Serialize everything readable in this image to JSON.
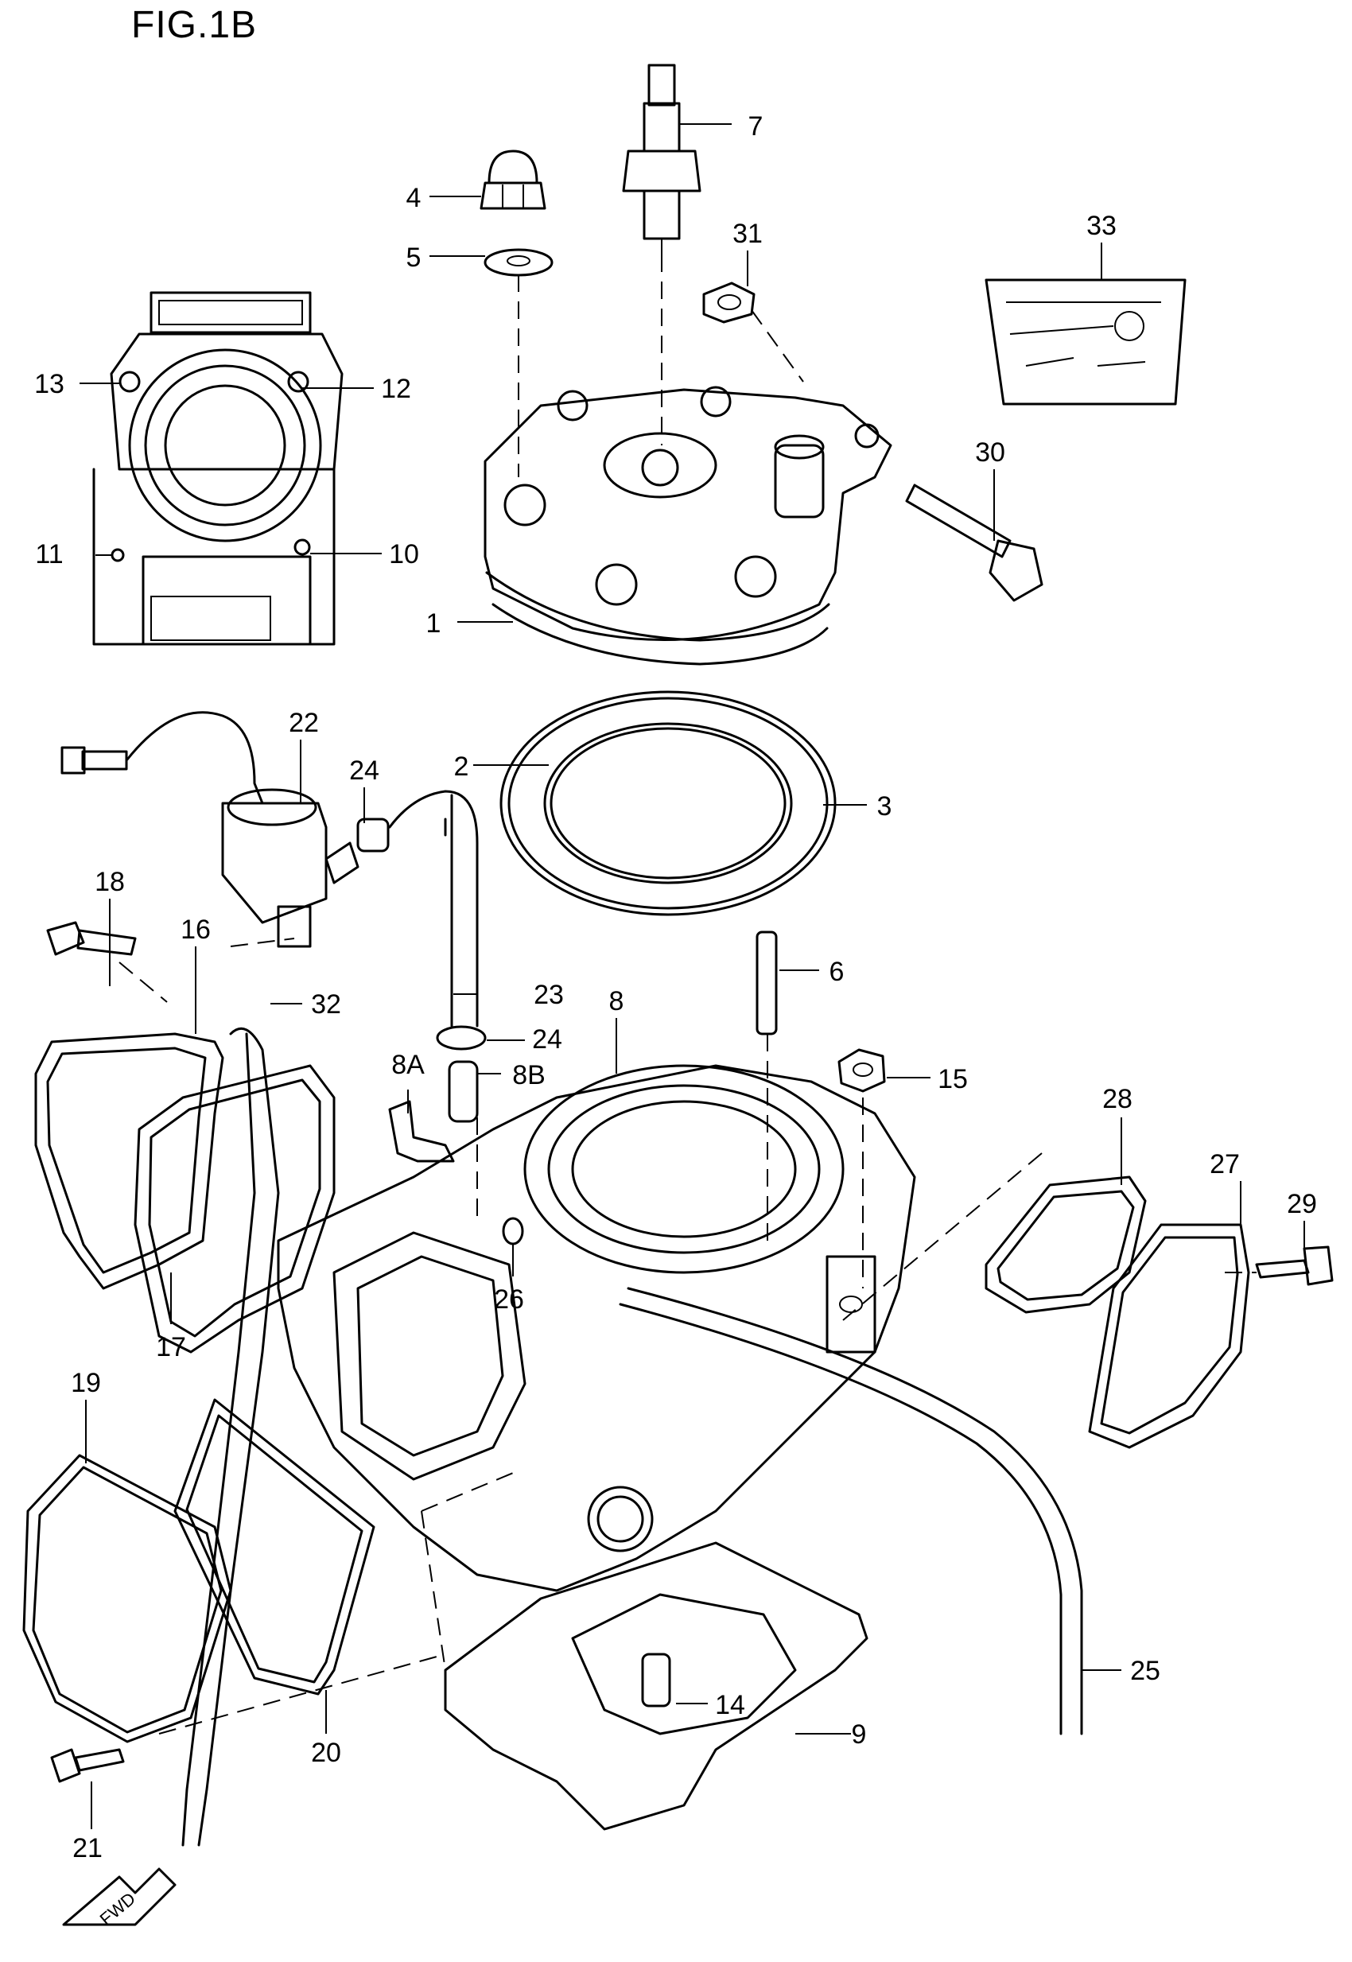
{
  "figure": {
    "title": "FIG.1B"
  },
  "fwd_label": "FWD",
  "callouts": [
    {
      "id": "c1",
      "text": "1"
    },
    {
      "id": "c2",
      "text": "2"
    },
    {
      "id": "c3",
      "text": "3"
    },
    {
      "id": "c4",
      "text": "4"
    },
    {
      "id": "c5",
      "text": "5"
    },
    {
      "id": "c6",
      "text": "6"
    },
    {
      "id": "c7",
      "text": "7"
    },
    {
      "id": "c8",
      "text": "8"
    },
    {
      "id": "c8a",
      "text": "8A"
    },
    {
      "id": "c8b",
      "text": "8B"
    },
    {
      "id": "c9",
      "text": "9"
    },
    {
      "id": "c10",
      "text": "10"
    },
    {
      "id": "c11",
      "text": "11"
    },
    {
      "id": "c12",
      "text": "12"
    },
    {
      "id": "c13",
      "text": "13"
    },
    {
      "id": "c14",
      "text": "14"
    },
    {
      "id": "c15",
      "text": "15"
    },
    {
      "id": "c16",
      "text": "16"
    },
    {
      "id": "c17",
      "text": "17"
    },
    {
      "id": "c18",
      "text": "18"
    },
    {
      "id": "c19",
      "text": "19"
    },
    {
      "id": "c20",
      "text": "20"
    },
    {
      "id": "c21",
      "text": "21"
    },
    {
      "id": "c22",
      "text": "22"
    },
    {
      "id": "c23",
      "text": "23"
    },
    {
      "id": "c24a",
      "text": "24"
    },
    {
      "id": "c24b",
      "text": "24"
    },
    {
      "id": "c25",
      "text": "25"
    },
    {
      "id": "c26",
      "text": "26"
    },
    {
      "id": "c27",
      "text": "27"
    },
    {
      "id": "c28",
      "text": "28"
    },
    {
      "id": "c29",
      "text": "29"
    },
    {
      "id": "c30",
      "text": "30"
    },
    {
      "id": "c31",
      "text": "31"
    },
    {
      "id": "c32",
      "text": "32"
    },
    {
      "id": "c33",
      "text": "33"
    }
  ]
}
